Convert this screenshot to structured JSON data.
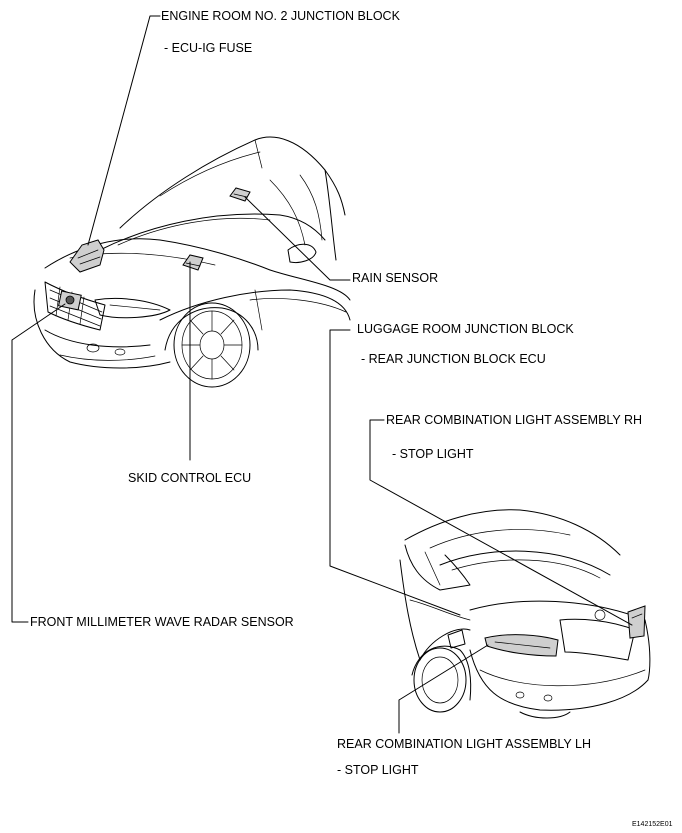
{
  "callouts": {
    "engine_room_block": "ENGINE ROOM NO. 2 JUNCTION BLOCK",
    "ecu_ig_fuse": "- ECU-IG FUSE",
    "rain_sensor": "RAIN SENSOR",
    "luggage_room_block": "LUGGAGE ROOM JUNCTION BLOCK",
    "rear_junction_ecu": "- REAR JUNCTION BLOCK ECU",
    "rear_light_rh": "REAR COMBINATION LIGHT ASSEMBLY RH",
    "stop_light_rh": "- STOP LIGHT",
    "skid_control_ecu": "SKID CONTROL ECU",
    "front_radar": "FRONT MILLIMETER WAVE RADAR SENSOR",
    "rear_light_lh": "REAR COMBINATION LIGHT ASSEMBLY LH",
    "stop_light_lh": "- STOP LIGHT"
  },
  "figure_code": "E142152E01"
}
